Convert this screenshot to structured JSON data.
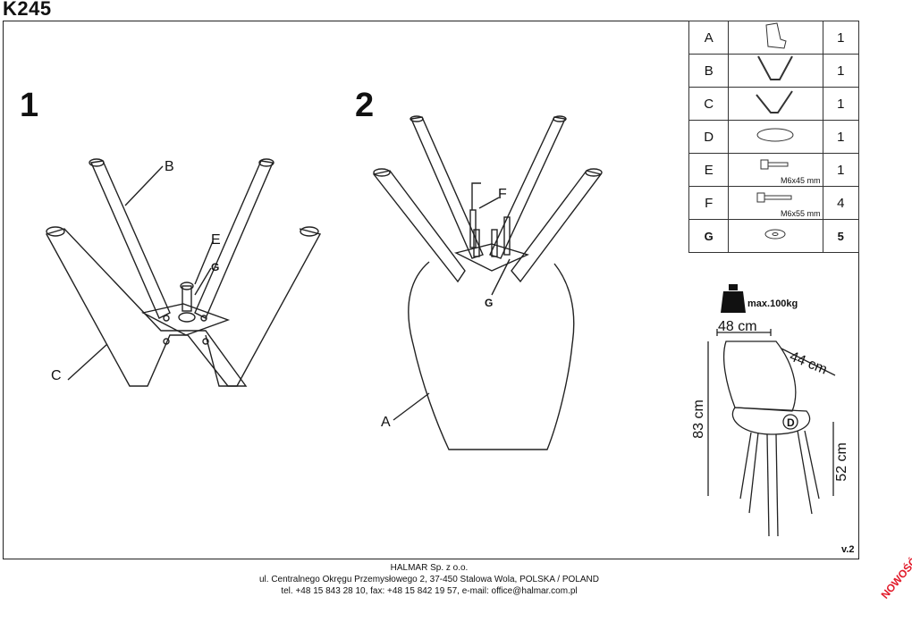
{
  "title": "K245",
  "steps": [
    "1",
    "2"
  ],
  "step1_labels": {
    "B": "B",
    "E": "E",
    "G": "G",
    "C": "C"
  },
  "step2_labels": {
    "F": "F",
    "G": "G",
    "A": "A"
  },
  "parts": [
    {
      "letter": "A",
      "qty": "1",
      "icon": "seat-icon"
    },
    {
      "letter": "B",
      "qty": "1",
      "icon": "leg-pair-b-icon"
    },
    {
      "letter": "C",
      "qty": "1",
      "icon": "leg-pair-c-icon"
    },
    {
      "letter": "D",
      "qty": "1",
      "icon": "cushion-icon"
    },
    {
      "letter": "E",
      "qty": "1",
      "icon": "bolt-icon",
      "size": "M6x45 mm"
    },
    {
      "letter": "F",
      "qty": "4",
      "icon": "bolt-icon",
      "size": "M6x55 mm"
    },
    {
      "letter": "G",
      "qty": "5",
      "icon": "washer-icon"
    }
  ],
  "max_load": "max.100kg",
  "dimensions": {
    "width": "48 cm",
    "depth": "44 cm",
    "height": "83 cm",
    "seat_height": "52 cm",
    "cushion_tag": "D"
  },
  "version": "v.2",
  "stamp": "NOWOŚĆ",
  "footer": [
    "HALMAR Sp. z o.o.",
    "ul. Centralnego Okręgu Przemysłowego 2, 37-450 Stalowa Wola, POLSKA / POLAND",
    "tel. +48 15 843 28 10, fax: +48 15 842 19 57, e-mail: office@halmar.com.pl"
  ]
}
